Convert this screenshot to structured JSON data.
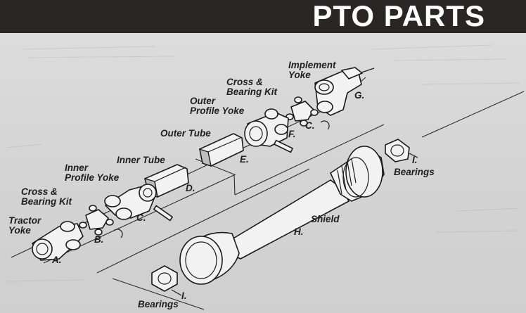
{
  "header": {
    "title": "PTO PARTS"
  },
  "labels": {
    "implement_yoke_1": "Implement",
    "implement_yoke_2": "Yoke",
    "g": "G.",
    "cross_bearing_top_1": "Cross &",
    "cross_bearing_top_2": "Bearing Kit",
    "outer_profile_1": "Outer",
    "outer_profile_2": "Profile Yoke",
    "c_top": "C.",
    "f": "F.",
    "outer_tube": "Outer Tube",
    "e": "E.",
    "i_top": "I.",
    "bearings_top": "Bearings",
    "inner_tube": "Inner Tube",
    "inner_profile_1": "Inner",
    "inner_profile_2": "Profile Yoke",
    "d": "D.",
    "cross_bearing_left_1": "Cross &",
    "cross_bearing_left_2": "Bearing Kit",
    "c_mid": "C.",
    "tractor_yoke_1": "Tractor",
    "tractor_yoke_2": "Yoke",
    "b": "B.",
    "a": "A.",
    "shield": "Shield",
    "h": "H.",
    "i_bottom": "I.",
    "bearings_bottom": "Bearings"
  }
}
